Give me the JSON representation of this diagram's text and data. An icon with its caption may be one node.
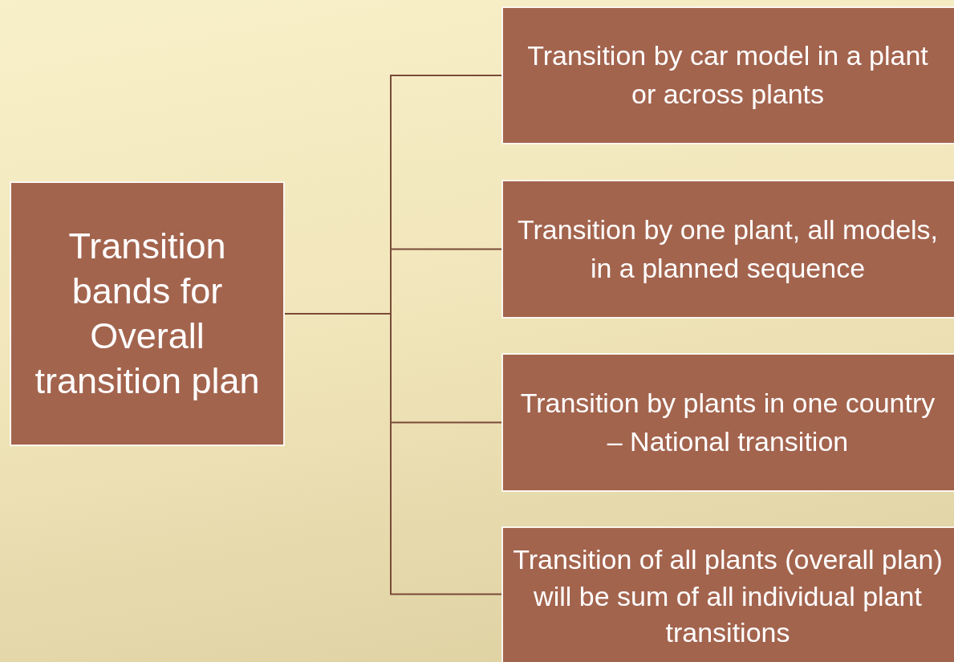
{
  "diagram": {
    "nodes": [
      {
        "text": [
          "Transition bands for Overall transition plan"
        ]
      },
      {
        "text": [
          "Transition by car model in a plant or across plants"
        ]
      },
      {
        "text": [
          "Transition by one plant, all models, in a planned sequence"
        ]
      },
      {
        "text": [
          "Transition by plants in one country – National transition"
        ]
      },
      {
        "text": [
          "Transition of all plants (overall plan) will be sum of all individual plant transitions"
        ]
      }
    ],
    "edges": [
      {
        "from": 0,
        "to": 1,
        "arrow": "none"
      },
      {
        "from": 0,
        "to": 2,
        "arrow": "none"
      },
      {
        "from": 0,
        "to": 3,
        "arrow": "none"
      },
      {
        "from": 0,
        "to": 4,
        "arrow": "none"
      }
    ]
  }
}
